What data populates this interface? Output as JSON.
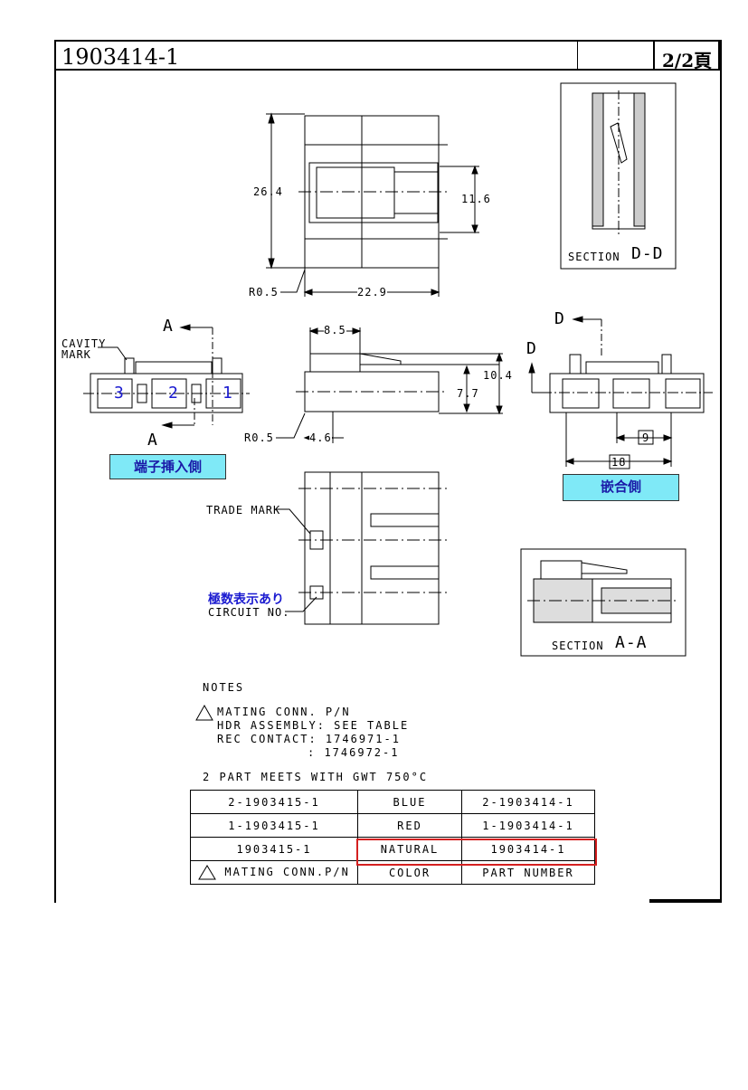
{
  "header": {
    "doc_number": "1903414-1",
    "page": "2/2頁"
  },
  "dimensions": {
    "height_26_4": "26.4",
    "width_11_6": "11.6",
    "r0_5_top": "R0.5",
    "len_22_9": "22.9",
    "w_8_5": "8.5",
    "h_10_4": "10.4",
    "h_7_7": "7.7",
    "r0_5_side": "R0.5",
    "w_4_6": "4.6",
    "pitch_9": "9",
    "span_18": "18"
  },
  "labels": {
    "section_dd_word": "SECTION",
    "section_dd_letters": "D-D",
    "section_aa_word": "SECTION",
    "section_aa_letters": "A-A",
    "cavity_mark": "CAVITY\nMARK",
    "a_top": "A",
    "a_bottom": "A",
    "d_top": "D",
    "d_side": "D",
    "cav3": "3",
    "cav2": "2",
    "cav1": "1",
    "terminal_side": "端子挿入側",
    "mating_side": "嵌合側",
    "trade_mark": "TRADE MARK",
    "circuit_jp": "極数表示あり",
    "circuit_no": "CIRCUIT NO."
  },
  "notes": {
    "title": "NOTES",
    "note1_line1": "MATING CONN. P/N",
    "note1_line2": "HDR ASSEMBLY: SEE TABLE",
    "note1_line3": "REC CONTACT: 1746971-1",
    "note1_line4": ": 1746972-1",
    "note2": "2 PART MEETS WITH GWT 750°C"
  },
  "table": {
    "rows": [
      {
        "mating": "2-1903415-1",
        "color": "BLUE",
        "part": "2-1903414-1"
      },
      {
        "mating": "1-1903415-1",
        "color": "RED",
        "part": "1-1903414-1"
      },
      {
        "mating": "1903415-1",
        "color": "NATURAL",
        "part": "1903414-1"
      }
    ],
    "header": {
      "mating": "MATING CONN.P/N",
      "color": "COLOR",
      "part": "PART NUMBER"
    }
  },
  "colors": {
    "highlight": "#d42020",
    "jp_box_bg": "#7fe9f7",
    "jp_text": "#1a1aa8"
  }
}
